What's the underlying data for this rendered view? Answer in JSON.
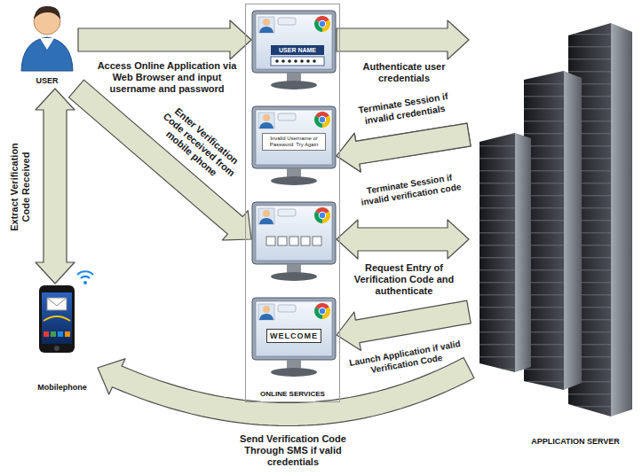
{
  "diagram": {
    "nodes": [
      {
        "text": [
          "USER"
        ]
      },
      {
        "text": [
          "ONLINE SERVICES"
        ]
      },
      {
        "text": [
          "USER NAME"
        ],
        "in": 1
      },
      {
        "text": [
          "Invalid Username or Password: Try Again"
        ],
        "in": 1
      },
      {
        "text": [],
        "in": 1
      },
      {
        "text": [
          "WELCOME"
        ],
        "in": 1
      },
      {
        "text": [
          "Mobilephone"
        ]
      },
      {
        "text": [
          "APPLICATION SERVER"
        ]
      }
    ],
    "edges": [
      {
        "from": 0,
        "to": 2,
        "arrow": "to",
        "label": "Access Online Application via Web Browser and input username and password"
      },
      {
        "from": 2,
        "to": 7,
        "arrow": "to",
        "label": "Authenticate user credentials"
      },
      {
        "from": 7,
        "to": 3,
        "arrow": "to",
        "label": "Terminate Session if invalid credentials"
      },
      {
        "from": 7,
        "to": 3,
        "arrow": "to",
        "label": "Terminate Session if invalid verification code"
      },
      {
        "from": 4,
        "to": 7,
        "arrow": "both",
        "label": "Request Entry of Verification Code and authenticate"
      },
      {
        "from": 7,
        "to": 5,
        "arrow": "to",
        "label": "Launch Application if valid Verification Code"
      },
      {
        "from": 7,
        "to": 6,
        "arrow": "to",
        "label": "Send Verification Code Through SMS if valid credentials"
      },
      {
        "from": 0,
        "to": 6,
        "arrow": "both",
        "label": "Extract Verification Code Received"
      },
      {
        "from": 0,
        "to": 4,
        "arrow": "to",
        "label": "Enter Verification Code received from mobile phone"
      }
    ]
  }
}
